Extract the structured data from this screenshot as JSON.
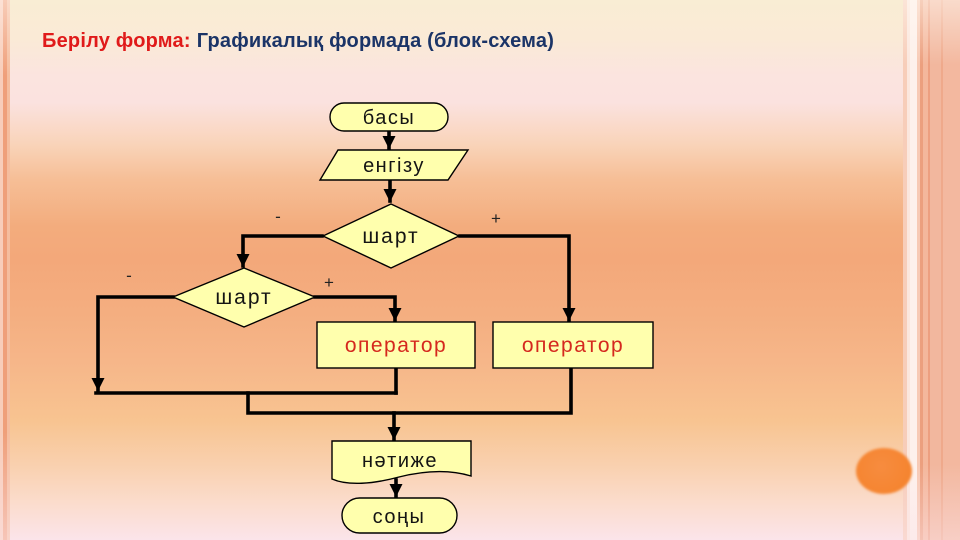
{
  "title": {
    "prefix": "Берілу форма:",
    "main": "Графикалық формада (блок-схема)"
  },
  "flowchart": {
    "start": "басы",
    "input": "енгізу",
    "condition_top": "шарт",
    "condition_left": "шарт",
    "operator_left": "оператор",
    "operator_right": "оператор",
    "result": "нәтиже",
    "end": "соңы",
    "labels": {
      "cond_top_minus": "-",
      "cond_top_plus": "+",
      "cond_left_minus": "-",
      "cond_left_plus": "+"
    }
  },
  "colors": {
    "title_red": "#e01a1a",
    "title_navy": "#1b3467",
    "operator_red": "#d5281e",
    "shape_fill": "#ffffad",
    "shape_stroke": "#000000",
    "connector": "#000000",
    "ellipse_orange": "#f5842f"
  }
}
